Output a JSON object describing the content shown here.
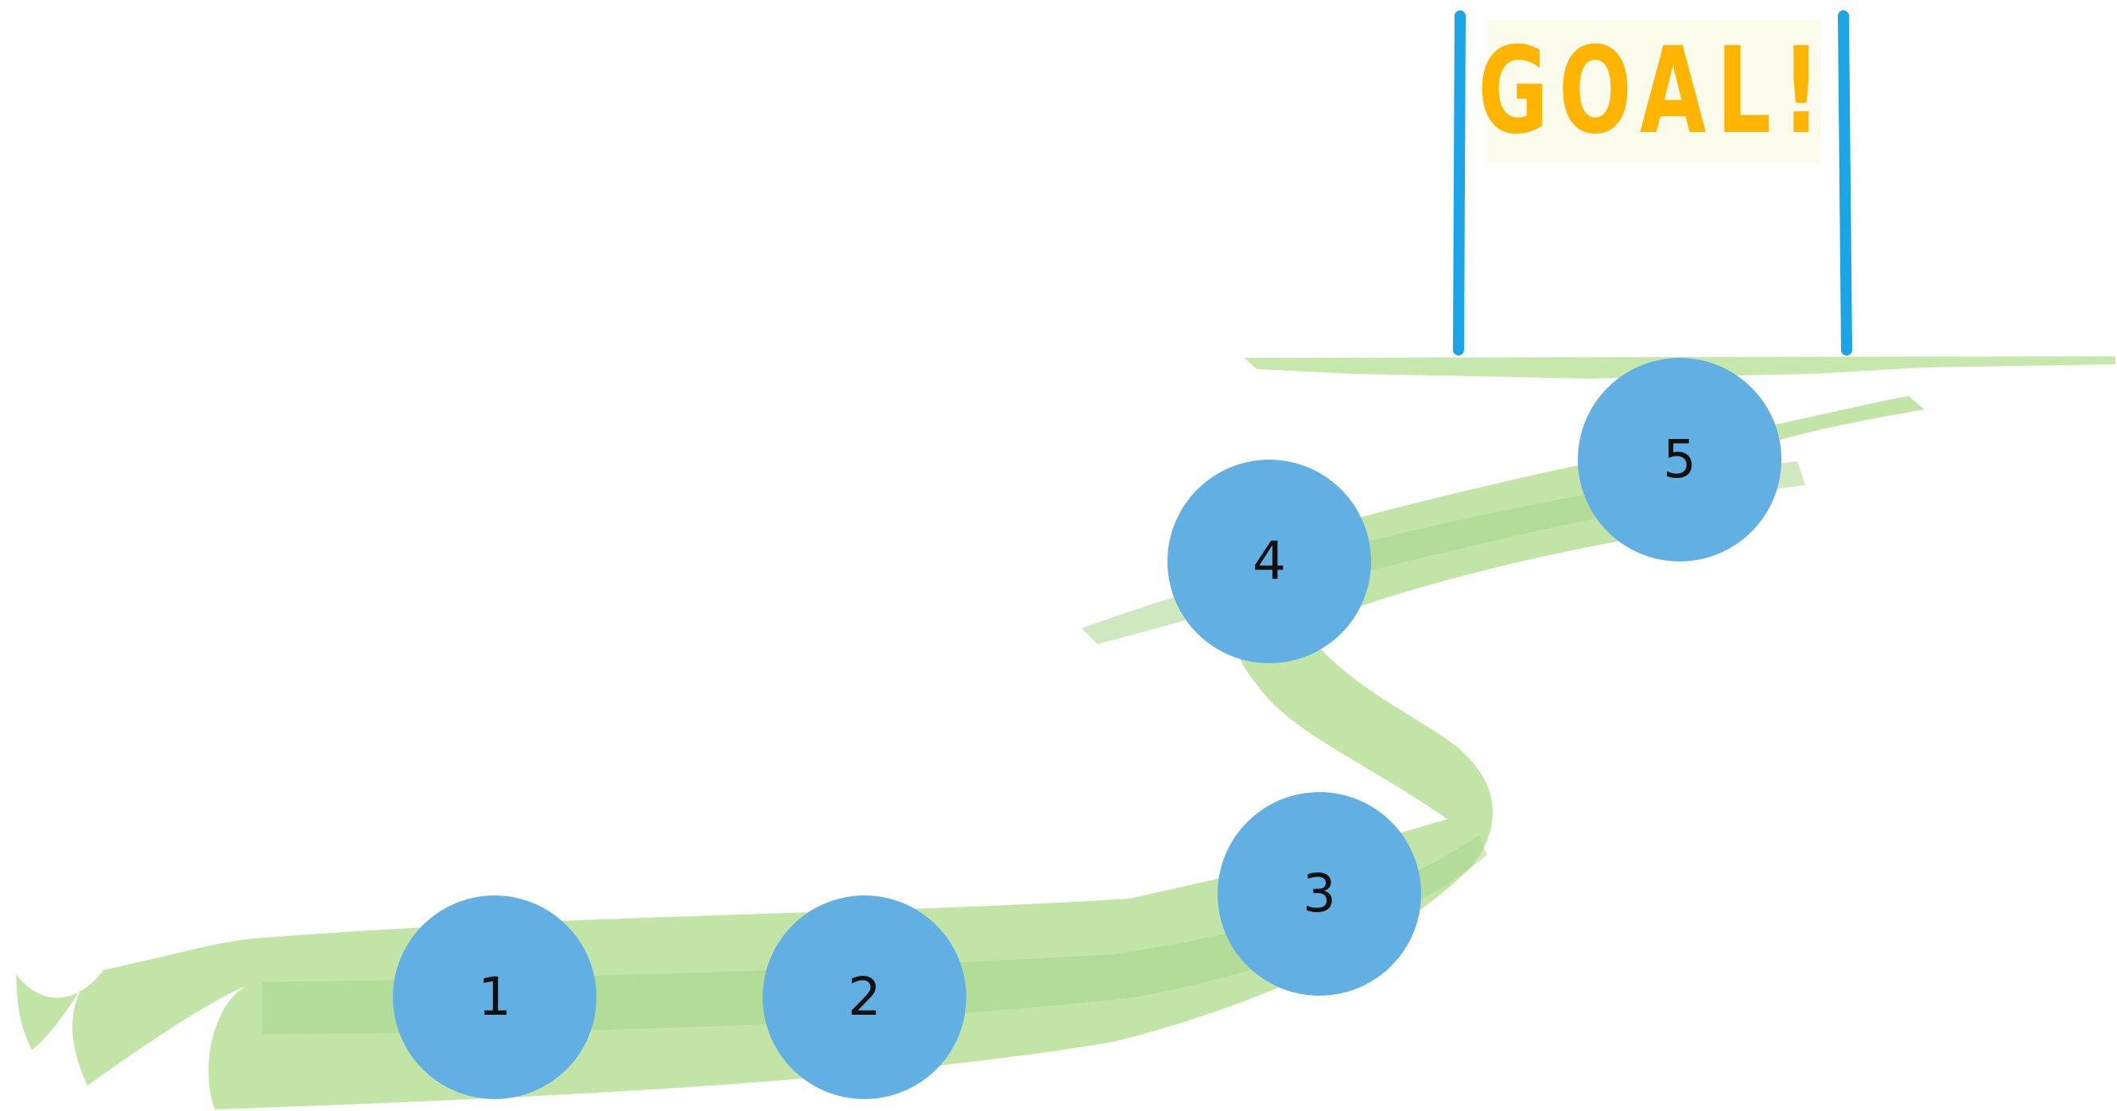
{
  "goal": {
    "label": "GOAL!",
    "text_color": "#ffb400",
    "banner_color": "#fafbea",
    "pole_color": "#1ca4e6"
  },
  "path": {
    "color": "#bde39f",
    "shade_color": "#a8d58c"
  },
  "milestones": [
    {
      "label": "1",
      "color": "#62afe3"
    },
    {
      "label": "2",
      "color": "#62afe3"
    },
    {
      "label": "3",
      "color": "#62afe3"
    },
    {
      "label": "4",
      "color": "#62afe3"
    },
    {
      "label": "5",
      "color": "#62afe3"
    }
  ]
}
